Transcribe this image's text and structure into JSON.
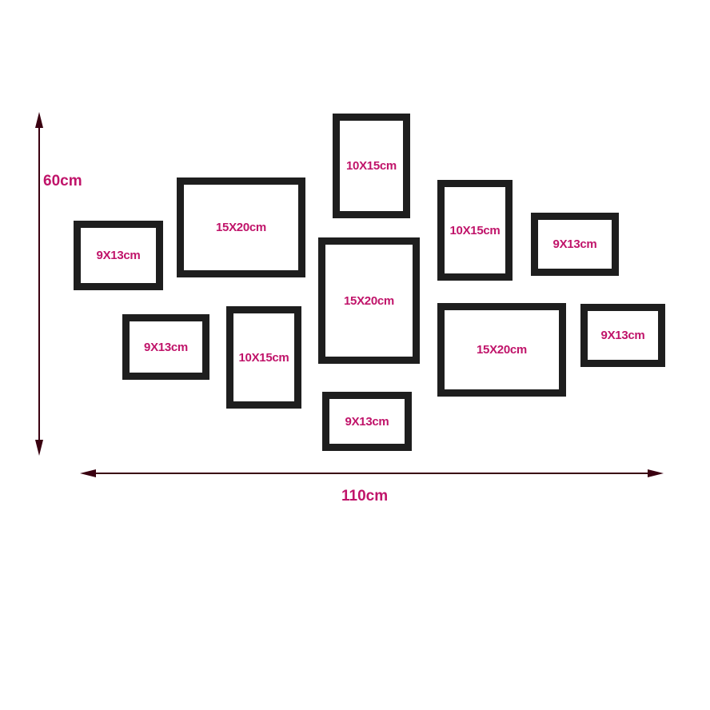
{
  "diagram": {
    "colors": {
      "frame": "#1e1e1e",
      "label": "#c0146a",
      "arrow": "#3a0010",
      "background": "#ffffff"
    },
    "height_label": "60cm",
    "width_label": "110cm",
    "frames": [
      {
        "label": "9X13cm"
      },
      {
        "label": "15X20cm"
      },
      {
        "label": "10X15cm"
      },
      {
        "label": "15X20cm"
      },
      {
        "label": "10X15cm"
      },
      {
        "label": "9X13cm"
      },
      {
        "label": "9X13cm"
      },
      {
        "label": "10X15cm"
      },
      {
        "label": "15X20cm"
      },
      {
        "label": "9X13cm"
      },
      {
        "label": "9X13cm"
      }
    ]
  }
}
